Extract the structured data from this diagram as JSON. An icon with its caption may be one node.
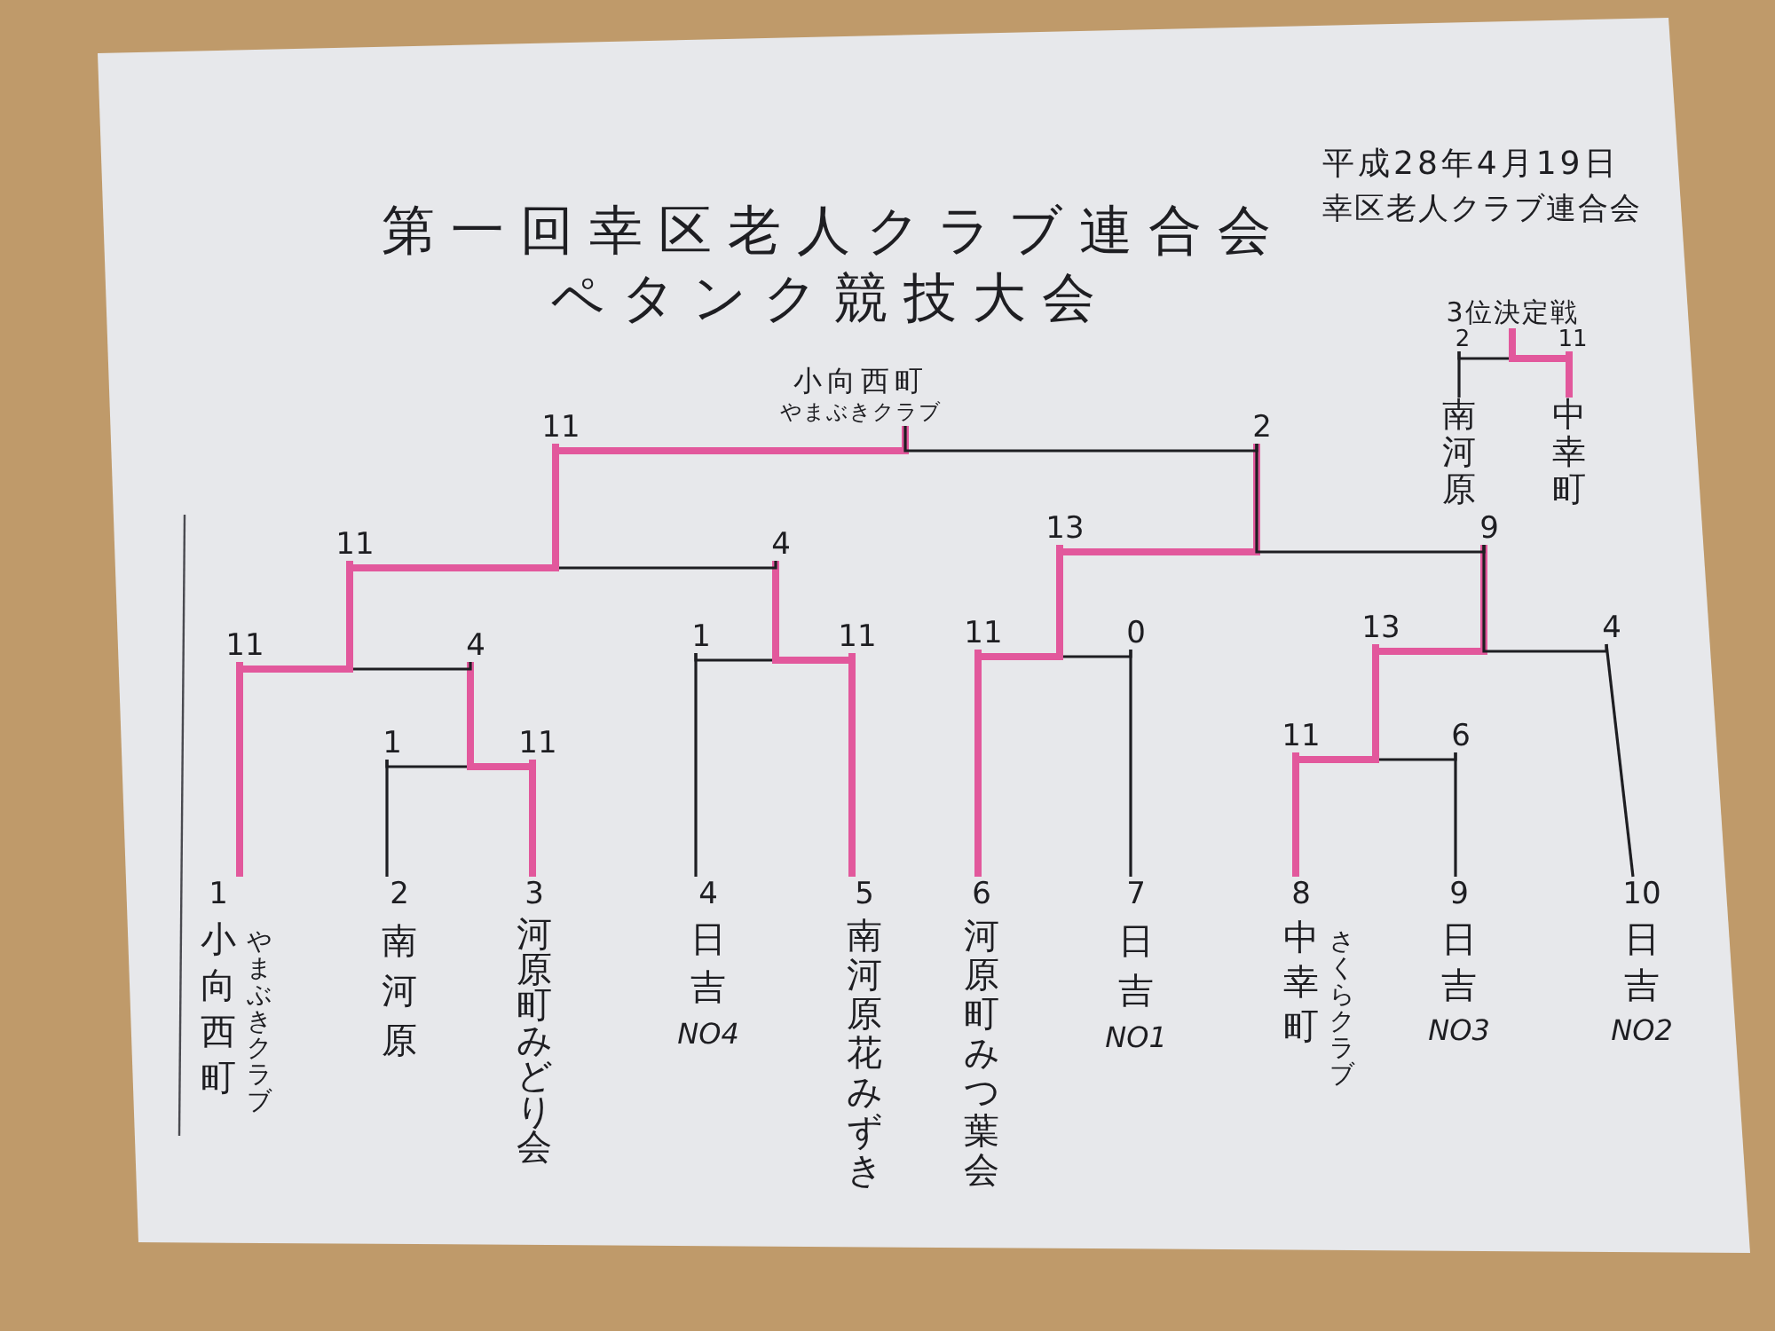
{
  "diagram": {
    "title": "第一回幸区老人クラブ連合会ペタンク競技大会",
    "nodes": [
      {
        "text": [
          "小向西町",
          "やまぶきクラブ"
        ]
      },
      {
        "text": [
          "11"
        ]
      },
      {
        "text": [
          "2"
        ]
      },
      {
        "text": [
          "11"
        ]
      },
      {
        "text": [
          "4"
        ]
      },
      {
        "text": [
          "13"
        ]
      },
      {
        "text": [
          "9"
        ]
      },
      {
        "text": [
          "11"
        ]
      },
      {
        "text": [
          "4"
        ]
      },
      {
        "text": [
          "1"
        ]
      },
      {
        "text": [
          "11"
        ]
      },
      {
        "text": [
          "11"
        ]
      },
      {
        "text": [
          "0"
        ]
      },
      {
        "text": [
          "13"
        ]
      },
      {
        "text": [
          "4"
        ]
      },
      {
        "text": [
          "1"
        ]
      },
      {
        "text": [
          "11"
        ]
      },
      {
        "text": [
          "11"
        ]
      },
      {
        "text": [
          "6"
        ]
      },
      {
        "text": [
          "1",
          "小向西町",
          "やまぶきクラブ"
        ]
      },
      {
        "text": [
          "2",
          "南河原"
        ]
      },
      {
        "text": [
          "3",
          "河原町みどり会"
        ]
      },
      {
        "text": [
          "4",
          "日吉",
          "NO4"
        ]
      },
      {
        "text": [
          "5",
          "南河原花みずき"
        ]
      },
      {
        "text": [
          "6",
          "河原町みつ葉会"
        ]
      },
      {
        "text": [
          "7",
          "日吉",
          "NO1"
        ]
      },
      {
        "text": [
          "8",
          "中幸町",
          "さくらクラブ"
        ]
      },
      {
        "text": [
          "9",
          "日吉",
          "NO3"
        ]
      },
      {
        "text": [
          "10",
          "日吉",
          "NO2"
        ]
      },
      {
        "text": [
          "3位決定戦"
        ]
      },
      {
        "text": [
          "2"
        ]
      },
      {
        "text": [
          "11"
        ]
      },
      {
        "text": [
          "南河原"
        ]
      },
      {
        "text": [
          "中幸町"
        ]
      }
    ],
    "edges": [
      {
        "from": 19,
        "to": 7,
        "arrow": "none",
        "style": "thick",
        "color": "#e2589c"
      },
      {
        "from": 20,
        "to": 15,
        "arrow": "none",
        "color": "#1e1e22"
      },
      {
        "from": 21,
        "to": 16,
        "arrow": "none",
        "style": "thick",
        "color": "#e2589c"
      },
      {
        "from": 22,
        "to": 9,
        "arrow": "none",
        "color": "#1e1e22"
      },
      {
        "from": 23,
        "to": 10,
        "arrow": "none",
        "style": "thick",
        "color": "#e2589c"
      },
      {
        "from": 24,
        "to": 11,
        "arrow": "none",
        "style": "thick",
        "color": "#e2589c"
      },
      {
        "from": 25,
        "to": 12,
        "arrow": "none",
        "color": "#1e1e22"
      },
      {
        "from": 26,
        "to": 17,
        "arrow": "none",
        "style": "thick",
        "color": "#e2589c"
      },
      {
        "from": 27,
        "to": 18,
        "arrow": "none",
        "color": "#1e1e22"
      },
      {
        "from": 28,
        "to": 14,
        "arrow": "none",
        "color": "#1e1e22"
      },
      {
        "from": 15,
        "to": 8,
        "arrow": "none",
        "color": "#1e1e22"
      },
      {
        "from": 16,
        "to": 8,
        "arrow": "none",
        "style": "thick",
        "color": "#e2589c"
      },
      {
        "from": 8,
        "to": 3,
        "arrow": "none",
        "color": "#1e1e22"
      },
      {
        "from": 7,
        "to": 3,
        "arrow": "none",
        "style": "thick",
        "color": "#e2589c"
      },
      {
        "from": 9,
        "to": 4,
        "arrow": "none",
        "color": "#1e1e22"
      },
      {
        "from": 10,
        "to": 4,
        "arrow": "none",
        "style": "thick",
        "color": "#e2589c"
      },
      {
        "from": 4,
        "to": 1,
        "arrow": "none",
        "color": "#1e1e22"
      },
      {
        "from": 3,
        "to": 1,
        "arrow": "none",
        "style": "thick",
        "color": "#e2589c"
      },
      {
        "from": 12,
        "to": 5,
        "arrow": "none",
        "color": "#1e1e22"
      },
      {
        "from": 11,
        "to": 5,
        "arrow": "none",
        "style": "thick",
        "color": "#e2589c"
      },
      {
        "from": 18,
        "to": 13,
        "arrow": "none",
        "color": "#1e1e22"
      },
      {
        "from": 17,
        "to": 13,
        "arrow": "none",
        "style": "thick",
        "color": "#e2589c"
      },
      {
        "from": 13,
        "to": 6,
        "arrow": "none",
        "style": "thick",
        "color": "#e2589c"
      },
      {
        "from": 14,
        "to": 6,
        "arrow": "none",
        "color": "#1e1e22"
      },
      {
        "from": 5,
        "to": 2,
        "arrow": "none",
        "style": "thick",
        "color": "#e2589c"
      },
      {
        "from": 6,
        "to": 2,
        "arrow": "none",
        "color": "#1e1e22"
      },
      {
        "from": 1,
        "to": 0,
        "arrow": "none",
        "style": "thick",
        "color": "#e2589c"
      },
      {
        "from": 2,
        "to": 0,
        "arrow": "none",
        "color": "#1e1e22"
      },
      {
        "from": 32,
        "to": 30,
        "arrow": "none",
        "color": "#1e1e22"
      },
      {
        "from": 33,
        "to": 31,
        "arrow": "none",
        "style": "thick",
        "color": "#e2589c"
      },
      {
        "from": 30,
        "to": 29,
        "arrow": "none",
        "color": "#1e1e22"
      },
      {
        "from": 31,
        "to": 29,
        "arrow": "none",
        "style": "thick",
        "color": "#e2589c"
      }
    ],
    "labels": [
      "平成28年4月19日",
      "幸区老人クラブ連合会"
    ]
  }
}
